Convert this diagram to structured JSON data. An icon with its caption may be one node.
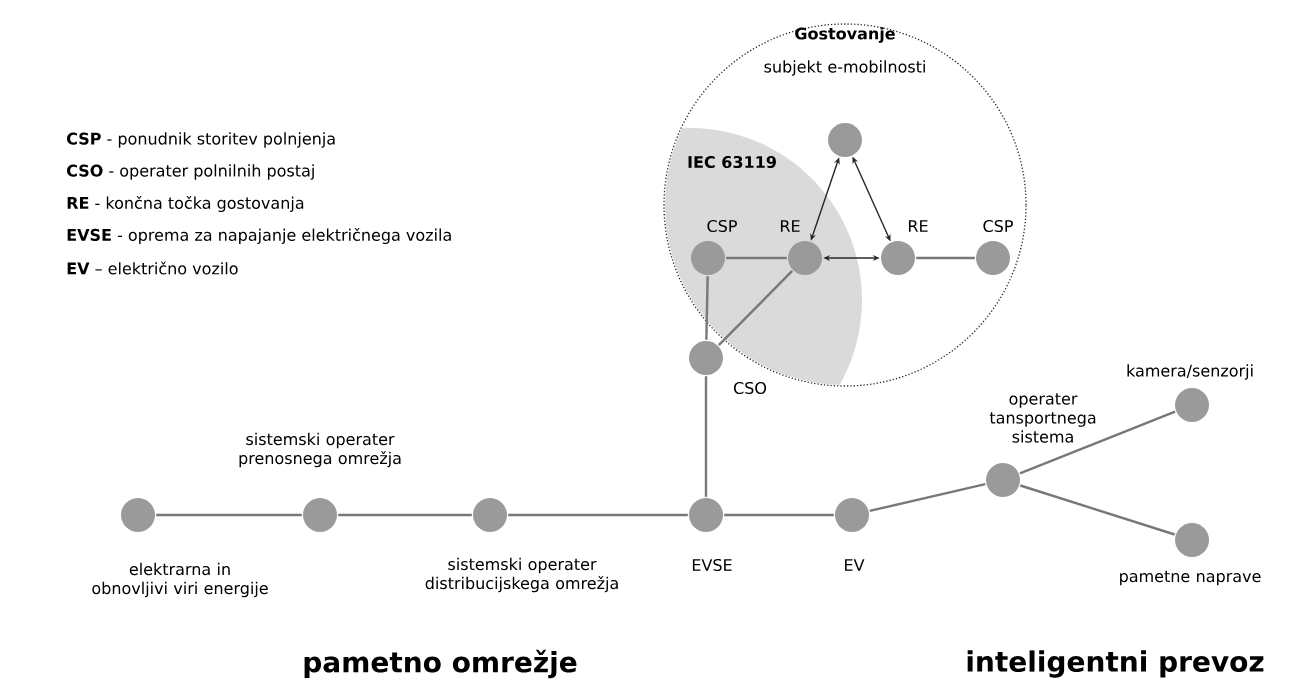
{
  "diagram": {
    "nodes": [
      {
        "text": [
          "Gostovanje"
        ]
      },
      {
        "text": [],
        "shape": "circle",
        "beside": [
          "subjekt e-mobilnosti"
        ],
        "in": 0
      },
      {
        "text": [
          "IEC 63119"
        ],
        "in": 0
      },
      {
        "text": [],
        "shape": "circle",
        "beside": [
          "CSP"
        ],
        "in": 2
      },
      {
        "text": [],
        "shape": "circle",
        "beside": [
          "RE"
        ],
        "in": 2
      },
      {
        "text": [],
        "shape": "circle",
        "beside": [
          "RE"
        ],
        "in": 0
      },
      {
        "text": [],
        "shape": "circle",
        "beside": [
          "CSP"
        ],
        "in": 0
      },
      {
        "text": [],
        "shape": "circle",
        "beside": [
          "CSO"
        ]
      },
      {
        "text": [],
        "shape": "circle",
        "beside": [
          "operater tansportnega sistema"
        ]
      },
      {
        "text": [],
        "shape": "circle",
        "beside": [
          "kamera/senzorji"
        ]
      },
      {
        "text": [],
        "shape": "circle",
        "beside": [
          "elektrarna in obnovljivi viri energije"
        ]
      },
      {
        "text": [],
        "shape": "circle",
        "beside": [
          "sistemski operater prenosnega omrežja"
        ]
      },
      {
        "text": [],
        "shape": "circle",
        "beside": [
          "sistemski operater distribucijskega omrežja"
        ]
      },
      {
        "text": [],
        "shape": "circle",
        "beside": [
          "EVSE"
        ]
      },
      {
        "text": [],
        "shape": "circle",
        "beside": [
          "EV"
        ]
      },
      {
        "text": [],
        "shape": "circle",
        "beside": [
          "pametne naprave"
        ]
      }
    ],
    "edges": [
      {
        "from": 1,
        "to": 4,
        "arrow": "both"
      },
      {
        "from": 1,
        "to": 5,
        "arrow": "both"
      },
      {
        "from": 4,
        "to": 5,
        "arrow": "both"
      },
      {
        "from": 3,
        "to": 4,
        "arrow": "none"
      },
      {
        "from": 5,
        "to": 6,
        "arrow": "none"
      },
      {
        "from": 3,
        "to": 7,
        "arrow": "none"
      },
      {
        "from": 4,
        "to": 7,
        "arrow": "none"
      },
      {
        "from": 7,
        "to": 13,
        "arrow": "none"
      },
      {
        "from": 10,
        "to": 11,
        "arrow": "none"
      },
      {
        "from": 11,
        "to": 12,
        "arrow": "none"
      },
      {
        "from": 12,
        "to": 13,
        "arrow": "none"
      },
      {
        "from": 13,
        "to": 14,
        "arrow": "none"
      },
      {
        "from": 14,
        "to": 8,
        "arrow": "none"
      },
      {
        "from": 8,
        "to": 9,
        "arrow": "none"
      },
      {
        "from": 8,
        "to": 15,
        "arrow": "none"
      }
    ],
    "labels": [
      "**CSP** - ponudnik storitev polnjenja",
      "**CSO** - operater polnilnih postaj",
      "**RE** - končna točka gostovanja",
      "**EVSE** - oprema za napajanje električnega vozila",
      "**EV** – električno vozilo",
      "pametno omrežje",
      "inteligentni prevoz"
    ]
  }
}
